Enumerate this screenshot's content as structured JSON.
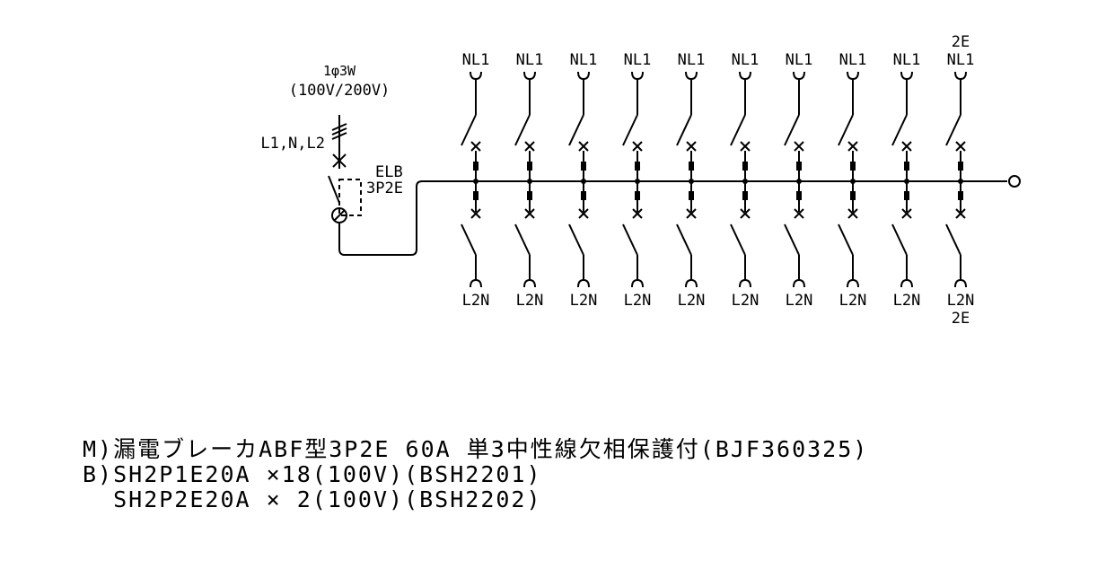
{
  "supply": {
    "phase": "1φ3W",
    "voltage": "(100V/200V)",
    "lines": "L1,N,L2"
  },
  "main_breaker": {
    "type": "ELB",
    "poles": "3P2E"
  },
  "branches": [
    {
      "top": "NL1",
      "bottom": "L2N",
      "top_extra": "",
      "bottom_extra": ""
    },
    {
      "top": "NL1",
      "bottom": "L2N",
      "top_extra": "",
      "bottom_extra": ""
    },
    {
      "top": "NL1",
      "bottom": "L2N",
      "top_extra": "",
      "bottom_extra": ""
    },
    {
      "top": "NL1",
      "bottom": "L2N",
      "top_extra": "",
      "bottom_extra": ""
    },
    {
      "top": "NL1",
      "bottom": "L2N",
      "top_extra": "",
      "bottom_extra": ""
    },
    {
      "top": "NL1",
      "bottom": "L2N",
      "top_extra": "",
      "bottom_extra": ""
    },
    {
      "top": "NL1",
      "bottom": "L2N",
      "top_extra": "",
      "bottom_extra": ""
    },
    {
      "top": "NL1",
      "bottom": "L2N",
      "top_extra": "",
      "bottom_extra": ""
    },
    {
      "top": "NL1",
      "bottom": "L2N",
      "top_extra": "",
      "bottom_extra": ""
    },
    {
      "top": "NL1",
      "bottom": "L2N",
      "top_extra": "2E",
      "bottom_extra": "2E"
    }
  ],
  "spec": {
    "line1": "M)漏電ブレーカABF型3P2E 60A 単3中性線欠相保護付(BJF360325)",
    "line2": "B)SH2P1E20A ×18(100V)(BSH2201)",
    "line3": "  SH2P2E20A × 2(100V)(BSH2202)"
  }
}
